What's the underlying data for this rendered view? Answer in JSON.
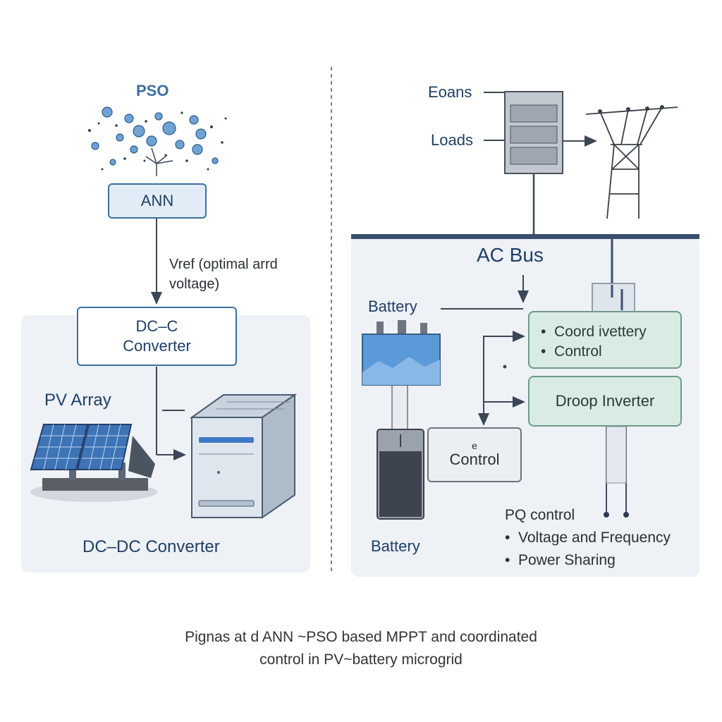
{
  "left": {
    "pso_label": "PSO",
    "ann_label": "ANN",
    "vref_line1": "Vref (optimal arrd",
    "vref_line2": "voltage)",
    "dc_box_line1": "DC–C",
    "dc_box_line2": "Converter",
    "pv_label": "PV Array",
    "dcdc_label": "DC–DC Converter"
  },
  "right": {
    "eoans_label": "Eoans",
    "loads_label": "Loads",
    "ac_bus_label": "AC Bus",
    "battery_top_label": "Battery",
    "coord_item1": "Coord ivettery",
    "coord_item2": "Control",
    "droop_label": "Droop Inverter",
    "control_label": "Control",
    "battery_bottom_label": "Battery",
    "pq_title": "PQ control",
    "pq_item1": "Voltage and Frequency",
    "pq_item2": "Power Sharing"
  },
  "caption": {
    "line1": "Pignas at d ANN ~PSO based MPPT and coordinated",
    "line2": "control in PV~battery microgrid"
  },
  "colors": {
    "accent": "#3d6fa0",
    "panel": "#eef1f5",
    "green": "#d9ebe3"
  }
}
